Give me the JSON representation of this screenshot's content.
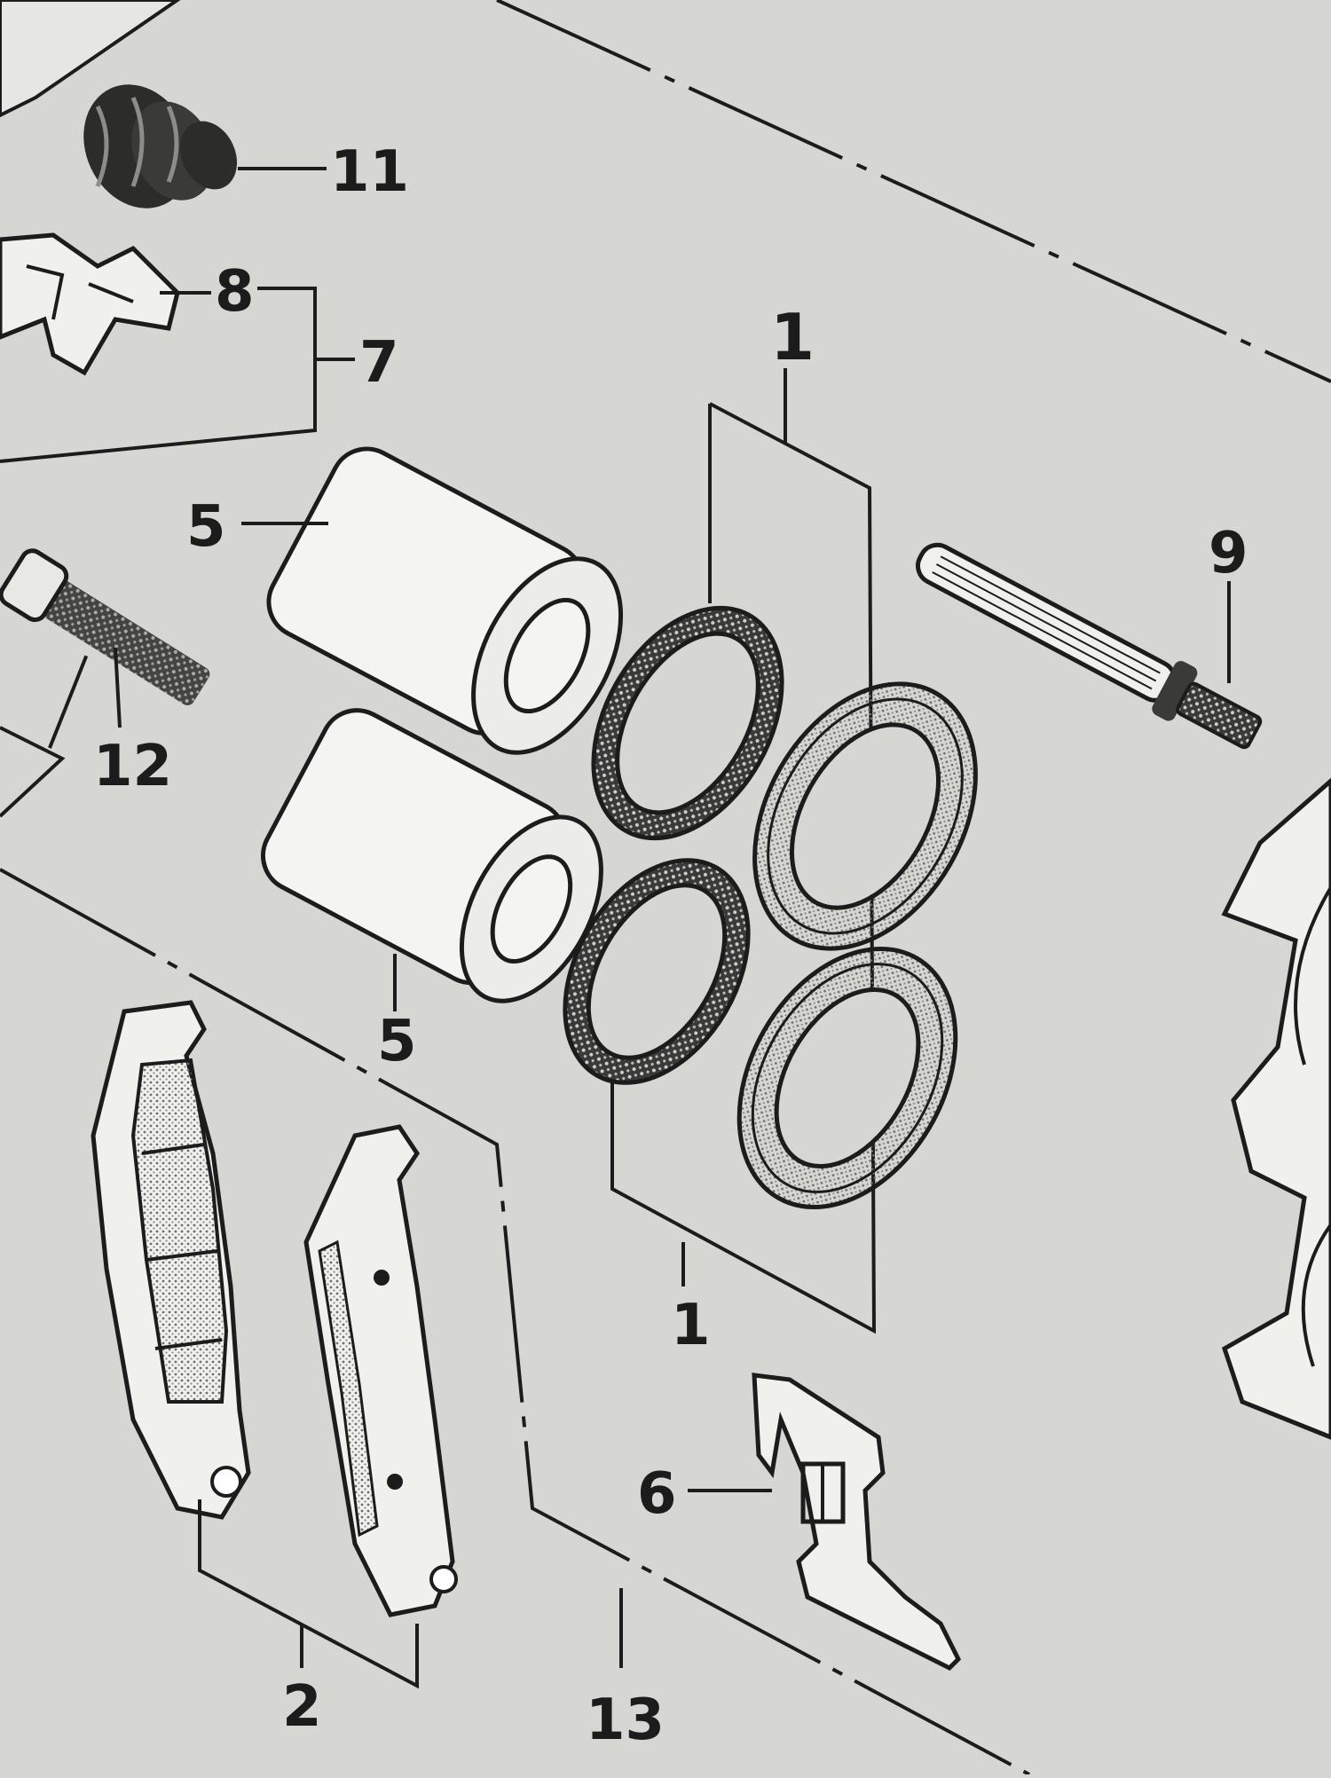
{
  "diagram": {
    "callouts": {
      "c1_top": "1",
      "c1_bottom": "1",
      "c2": "2",
      "c5_top": "5",
      "c5_bottom": "5",
      "c6": "6",
      "c7": "7",
      "c8": "8",
      "c9": "9",
      "c11": "11",
      "c12": "12",
      "c13": "13"
    },
    "colors": {
      "paper": "#d6d6d2",
      "ink": "#1c1c1c",
      "part_fill": "#f4f4f2",
      "hatch": "#8a8a88"
    }
  }
}
